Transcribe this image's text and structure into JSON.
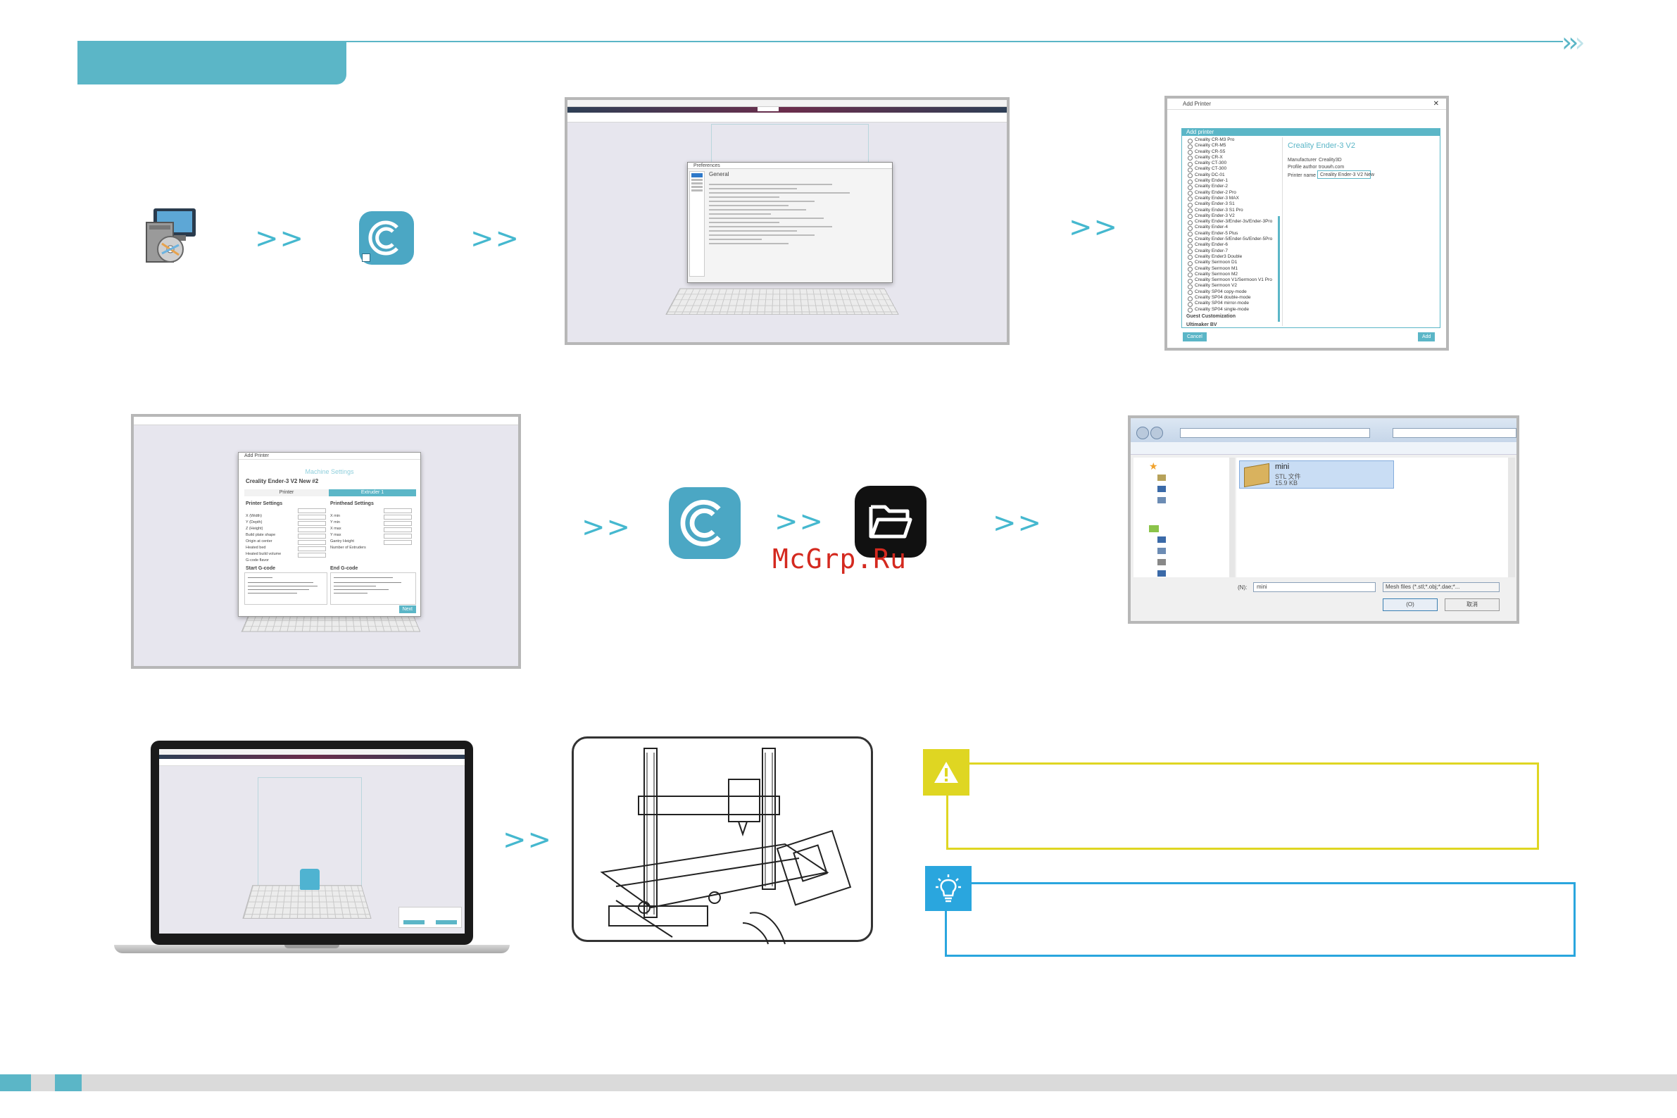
{
  "header": {
    "chevrons": ">>>"
  },
  "arrows": {
    "symbol": ">>"
  },
  "step1": {
    "pref_dialog_title": "Preferences",
    "pref_general": "General"
  },
  "step2": {
    "dialog_title": "Add Printer",
    "section_header": "Add printer",
    "printer_list": [
      "Creality CR-M3 Pro",
      "Creality CR-M5",
      "Creality CR-S5",
      "Creality CR-X",
      "Creality CT-300",
      "Creality CT-300",
      "Creality DC-01",
      "Creality Ender-1",
      "Creality Ender-2",
      "Creality Ender-2 Pro",
      "Creality Ender-3 MAX",
      "Creality Ender-3 S1",
      "Creality Ender-3 S1 Pro",
      "Creality Ender-3 V2",
      "Creality Ender-3/Ender-3s/Ender-3Pro",
      "Creality Ender-4",
      "Creality Ender-5 Plus",
      "Creality Ender-5/Ender-5s/Ender-5Pro",
      "Creality Ender-6",
      "Creality Ender-7",
      "Creality Ender3 Double",
      "Creality Sermoon D1",
      "Creality Sermoon M1",
      "Creality Sermoon M2",
      "Creality Sermoon V1/Sermoon V1 Pro",
      "Creality Sermoon V2",
      "Creality SP04 copy-mode",
      "Creality SP04 double-mode",
      "Creality SP04 mirror-mode",
      "Creality SP04 single-mode"
    ],
    "group_custom": "Guest Customization",
    "group_ultimaker": "Ultimaker BV",
    "selected_name": "Creality Ender-3 V2",
    "manufacturer_label": "Manufacturer",
    "manufacturer_value": "Creality3D",
    "author_label": "Profile author",
    "author_value": "trouwh.com",
    "printer_name_label": "Printer name",
    "printer_name_value": "Creality Ender-3 V2 New",
    "cancel": "Cancel",
    "add": "Add"
  },
  "step3": {
    "dialog_title": "Add Printer",
    "heading": "Machine Settings",
    "printer_title": "Creality Ender-3 V2 New #2",
    "tab_printer": "Printer",
    "tab_extruder": "Extruder 1",
    "printer_settings": "Printer Settings",
    "printhead_settings": "Printhead Settings",
    "fields_left": [
      "X (Width)",
      "Y (Depth)",
      "Z (Height)",
      "Build plate shape",
      "Origin at center",
      "Heated bed",
      "Heated build volume",
      "G-code flavor"
    ],
    "fields_right": [
      "X min",
      "Y min",
      "X max",
      "Y max",
      "Gantry Height",
      "Number of Extruders"
    ],
    "start_gcode": "Start G-code",
    "end_gcode": "End G-code",
    "next": "Next"
  },
  "step4": {
    "file_name": "mini",
    "file_type": "STL 文件",
    "file_size": "15.9 KB",
    "name_label": "(N):",
    "name_value": "mini",
    "filter_value": "Mesh files (*.stl;*.obj;*.dae;*...",
    "open": "(O)",
    "cancel": "取消"
  },
  "watermark": "McGrp.Ru",
  "colors": {
    "accent": "#5bb6c7",
    "warning": "#dfd622",
    "tip": "#2aa6de",
    "creality_icon": "#4ba7c4"
  },
  "icons": {
    "installer": "installer-icon",
    "creality": "creality-app-icon",
    "open_file": "open-folder-icon",
    "warning": "warning-icon",
    "tip": "lightbulb-icon"
  }
}
